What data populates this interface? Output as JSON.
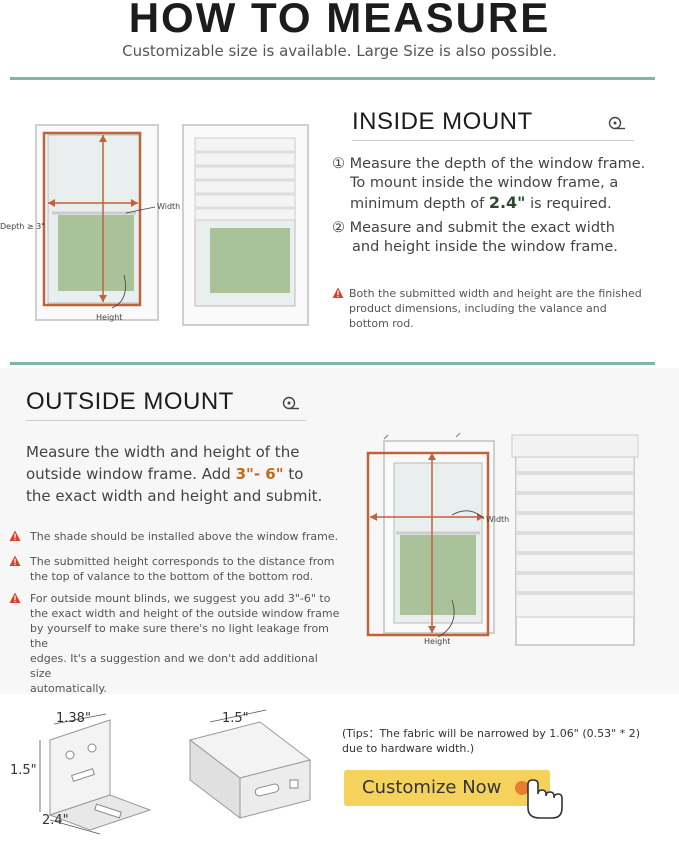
{
  "header": {
    "title": "HOW TO MEASURE",
    "subtitle": "Customizable size is available. Large Size is also possible."
  },
  "inside": {
    "title": "INSIDE MOUNT",
    "step1_num": "①",
    "step1_l1": "Measure the depth of the window frame.",
    "step1_l2": "To mount inside the window frame, a",
    "step1_l3a": "minimum depth of",
    "step1_value": "2.4\"",
    "step1_l3b": "is required.",
    "step2_num": "②",
    "step2_l1": "Measure and submit the exact width",
    "step2_l2": "and height inside the window frame.",
    "note_l1": "Both the submitted width and height are the finished",
    "note_l2": "product dimensions, including the valance and",
    "note_l3": "bottom rod.",
    "label_depth": "Depth ≥ 3\"",
    "label_width": "Width",
    "label_height": "Height"
  },
  "outside": {
    "title": "OUTSIDE MOUNT",
    "text_l1": "Measure the width and height of the",
    "text_l2a": "outside window frame. Add",
    "text_hl": "3\"- 6\"",
    "text_l2b": "to",
    "text_l3": "the exact width and height and submit.",
    "note1": "The shade should be installed above the window frame.",
    "note2_l1": "The submitted height corresponds to the distance from",
    "note2_l2": "the top of valance to the bottom of the bottom rod.",
    "note3_l1": "For outside mount blinds, we suggest you add 3\"-6\" to",
    "note3_l2": "the exact width and height of the outside window frame",
    "note3_l3": "by yourself to make sure there's no light leakage from the",
    "note3_l4": "edges. It's a suggestion and we don't add additional size",
    "note3_l5": "automatically.",
    "label_width": "Width",
    "label_height": "Height"
  },
  "hardware": {
    "dim_a": "1.38\"",
    "dim_b": "1.5\"",
    "dim_c": "2.4\"",
    "dim_d": "1.5\""
  },
  "tips": {
    "l1": "(Tips：The fabric will be narrowed by 1.06\" (0.53\" * 2)",
    "l2": "due to hardware width.)"
  },
  "cta": {
    "label": "Customize Now"
  },
  "colors": {
    "accent_rule": "#7fb8a0",
    "cta_bg": "#f4d25c",
    "frame_orange": "#c0623a",
    "warn_red": "#d9412b"
  },
  "icons": [
    "tape-measure-icon",
    "warning-icon",
    "hand-pointer-icon"
  ]
}
